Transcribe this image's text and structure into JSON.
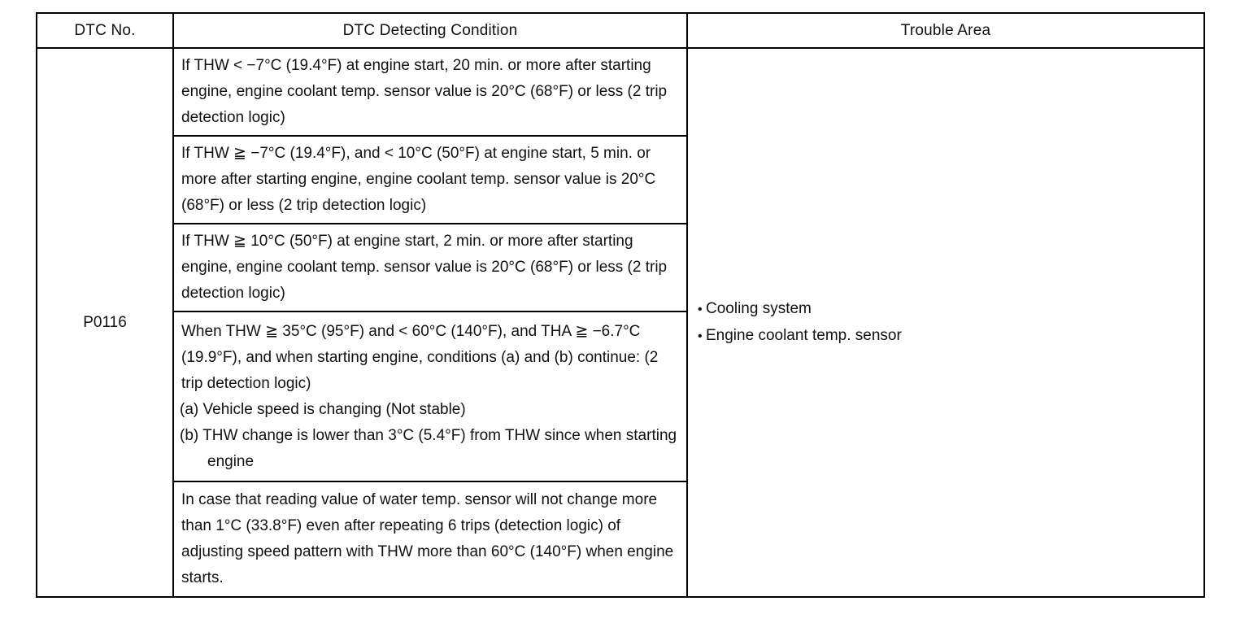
{
  "table": {
    "headers": {
      "dtc_no": "DTC No.",
      "condition": "DTC Detecting Condition",
      "trouble_area": "Trouble Area"
    },
    "dtc_no": "P0116",
    "conditions": [
      {
        "paragraph": "If THW < −7°C (19.4°F) at engine start, 20 min. or more after starting engine, engine coolant temp. sensor value is 20°C (68°F) or less (2 trip detection logic)"
      },
      {
        "paragraph": "If THW ≧ −7°C (19.4°F), and < 10°C (50°F) at engine start, 5 min. or more after starting engine, engine coolant temp. sensor value is 20°C (68°F) or less (2 trip detection logic)"
      },
      {
        "paragraph": "If THW ≧ 10°C (50°F) at engine start, 2 min. or more after starting engine, engine coolant temp. sensor value is 20°C (68°F) or less (2 trip detection logic)"
      },
      {
        "paragraph": "When THW ≧ 35°C (95°F) and < 60°C (140°F), and THA ≧ −6.7°C (19.9°F), and when starting engine, conditions (a) and (b) continue: (2 trip detection logic)",
        "sub_a": "(a) Vehicle speed is changing (Not stable)",
        "sub_b": "(b) THW change is lower than 3°C (5.4°F) from THW since when starting engine"
      },
      {
        "paragraph": "In case that reading value of water temp. sensor will not change more than 1°C (33.8°F) even after repeating 6 trips (detection logic) of adjusting speed pattern with THW more than 60°C (140°F) when engine starts."
      }
    ],
    "trouble_areas": [
      "Cooling system",
      "Engine coolant temp. sensor"
    ],
    "bullet": "•"
  }
}
